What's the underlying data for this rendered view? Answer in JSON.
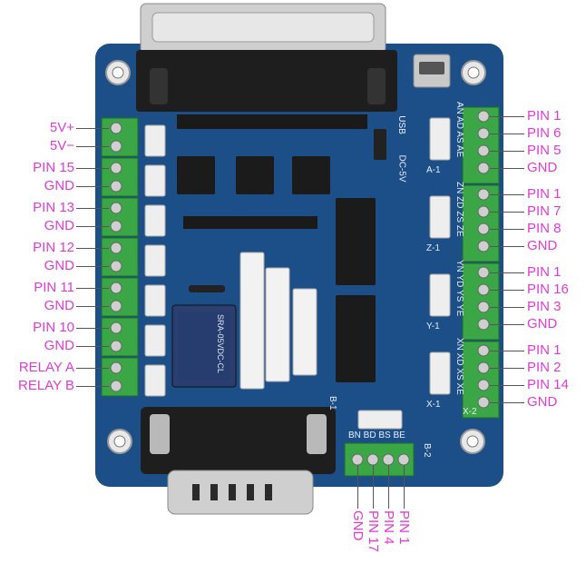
{
  "left_labels": [
    "5V+",
    "5V−",
    "PIN 15",
    "GND",
    "PIN 13",
    "GND",
    "PIN 12",
    "GND",
    "PIN 11",
    "GND",
    "PIN 10",
    "GND",
    "RELAY A",
    "RELAY B"
  ],
  "right_labels": [
    "PIN 1",
    "PIN 6",
    "PIN 5",
    "GND",
    "PIN 1",
    "PIN 7",
    "PIN 8",
    "GND",
    "PIN 1",
    "PIN 16",
    "PIN 3",
    "GND",
    "PIN 1",
    "PIN 2",
    "PIN 14",
    "GND"
  ],
  "bottom_labels": [
    "GND",
    "PIN 17",
    "PIN 4",
    "PIN 1"
  ],
  "silkscreen": {
    "usb": "USB",
    "dc5v": "DC-5V",
    "axis_a": "A-1",
    "axis_z": "Z-1",
    "axis_y": "Y-1",
    "axis_x": "X-1",
    "a_pins": "AN AD AS AE",
    "z_pins": "ZN ZD ZS ZE",
    "y_pins": "YN YD YS YE",
    "x_pins": "XN XD XS XE",
    "b_pins": "BN BD BS BE",
    "b1": "B-1",
    "b2": "B-2",
    "x2": "X-2",
    "relay_text": "SRA-05VDC-CL"
  },
  "colors": {
    "label": "#e23ad6",
    "board": "#1b4f87",
    "terminal": "#3aa646",
    "connector_header": "#f1f1f1"
  }
}
